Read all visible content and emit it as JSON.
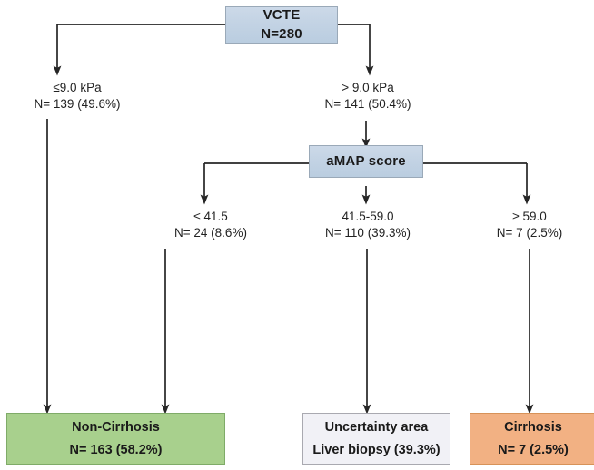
{
  "diagram": {
    "title": "VCTE and aMAP score diagnostic algorithm flowchart",
    "colors": {
      "decision_fill": "#c3d3e4",
      "decision_border": "#9aa9b8",
      "non_cirrhosis_fill": "#a8d08d",
      "uncertainty_fill": "#f1f1f6",
      "cirrhosis_fill": "#f2b183",
      "connector": "#262626",
      "text": "#1a1a1a"
    },
    "nodes": {
      "vcte": {
        "line1": "VCTE",
        "line2": "N=280"
      },
      "amap": {
        "line1": "aMAP score",
        "line2": ""
      },
      "non_cirrhosis": {
        "line1": "Non-Cirrhosis",
        "line2": "N= 163 (58.2%)"
      },
      "uncertainty": {
        "line1": "Uncertainty area",
        "line2": "Liver biopsy (39.3%)"
      },
      "cirrhosis": {
        "line1": "Cirrhosis",
        "line2": "N= 7 (2.5%)"
      }
    },
    "edge_labels": {
      "vcte_low": {
        "l1": "≤9.0 kPa",
        "l2": "N= 139 (49.6%)"
      },
      "vcte_high": {
        "l1": "> 9.0 kPa",
        "l2": "N= 141 (50.4%)"
      },
      "amap_low": {
        "l1": "≤ 41.5",
        "l2": "N= 24 (8.6%)"
      },
      "amap_mid": {
        "l1": "41.5-59.0",
        "l2": "N= 110 (39.3%)"
      },
      "amap_high": {
        "l1": "≥ 59.0",
        "l2": "N= 7 (2.5%)"
      }
    }
  }
}
